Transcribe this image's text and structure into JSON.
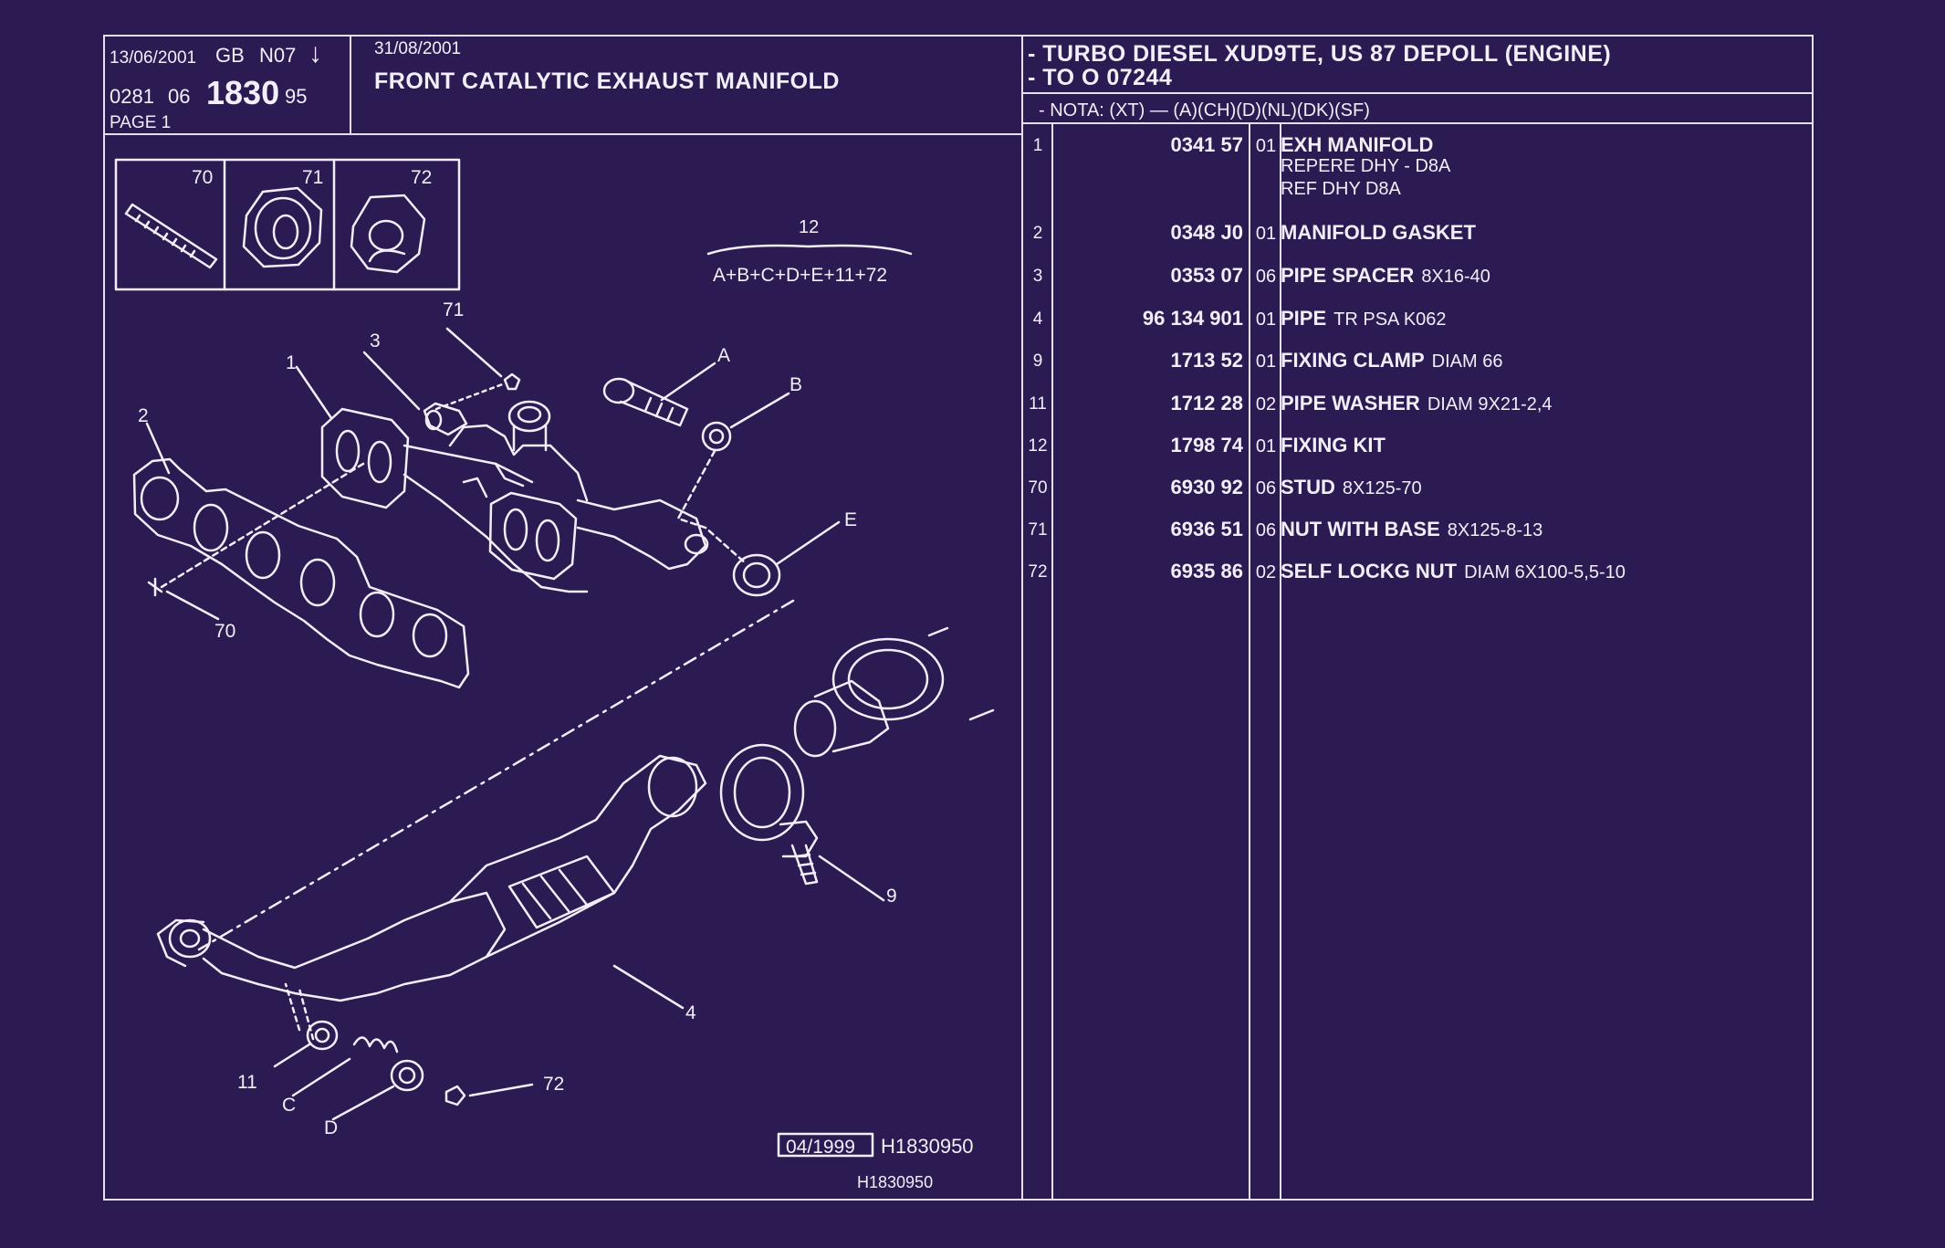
{
  "header": {
    "date1": "13/06/2001",
    "lang": "GB",
    "code_n": "N07",
    "arrow": "↓",
    "ref_a": "0281",
    "ref_b": "06",
    "ref_main": "1830",
    "ref_c": "95",
    "page": "PAGE 1",
    "date2": "31/08/2001",
    "title": "FRONT CATALYTIC EXHAUST MANIFOLD",
    "spec1": "- TURBO DIESEL XUD9TE, US 87 DEPOLL (ENGINE)",
    "spec2": "- TO  O   07244",
    "nota": "- NOTA: (XT) — (A)(CH)(D)(NL)(DK)(SF)"
  },
  "diagram": {
    "inset_labels": [
      "70",
      "71",
      "72"
    ],
    "kit_number": "12",
    "kit_formula": "A+B+C+D+E+11+72",
    "callouts": [
      "1",
      "2",
      "3",
      "4",
      "9",
      "11",
      "70",
      "71",
      "72",
      "A",
      "B",
      "C",
      "D",
      "E"
    ],
    "stamp_date": "04/1999",
    "stamp_code": "H1830950",
    "footer_code": "H1830950"
  },
  "parts": [
    {
      "no": "1",
      "ref": "0341 57",
      "qty": "01",
      "name": "EXH MANIFOLD",
      "spec": "",
      "sub1": "REPERE DHY - D8A",
      "sub2": "REF DHY D8A"
    },
    {
      "no": "2",
      "ref": "0348 J0",
      "qty": "01",
      "name": "MANIFOLD GASKET",
      "spec": ""
    },
    {
      "no": "3",
      "ref": "0353 07",
      "qty": "06",
      "name": "PIPE SPACER",
      "spec": "8X16-40"
    },
    {
      "no": "4",
      "ref": "96 134 901",
      "qty": "01",
      "name": "PIPE",
      "spec": "TR PSA K062"
    },
    {
      "no": "9",
      "ref": "1713 52",
      "qty": "01",
      "name": "FIXING CLAMP",
      "spec": "DIAM 66"
    },
    {
      "no": "11",
      "ref": "1712 28",
      "qty": "02",
      "name": "PIPE WASHER",
      "spec": "DIAM 9X21-2,4"
    },
    {
      "no": "12",
      "ref": "1798 74",
      "qty": "01",
      "name": "FIXING KIT",
      "spec": ""
    },
    {
      "no": "70",
      "ref": "6930 92",
      "qty": "06",
      "name": "STUD",
      "spec": "8X125-70"
    },
    {
      "no": "71",
      "ref": "6936 51",
      "qty": "06",
      "name": "NUT WITH BASE",
      "spec": "8X125-8-13"
    },
    {
      "no": "72",
      "ref": "6935 86",
      "qty": "02",
      "name": "SELF LOCKG NUT",
      "spec": "DIAM 6X100-5,5-10"
    }
  ],
  "colors": {
    "background": "#2c1a52",
    "ink": "#f2eefa"
  }
}
